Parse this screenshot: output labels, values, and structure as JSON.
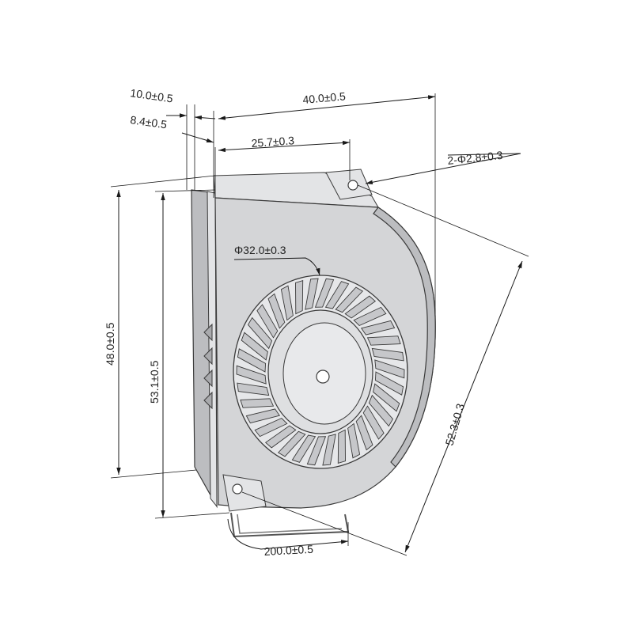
{
  "dimensions": {
    "top_width": "10.0±0.5",
    "top_inner": "8.4±0.5",
    "overall_width": "40.0±0.5",
    "hole_offset": "25.7±0.3",
    "mount_holes": "2-Φ2.8±0.3",
    "impeller_diameter": "Φ32.0±0.3",
    "height_inner": "48.0±0.5",
    "height_overall": "53.1±0.5",
    "hole_spacing": "52.3±0.3",
    "lead_length": "200.0±0.5"
  }
}
